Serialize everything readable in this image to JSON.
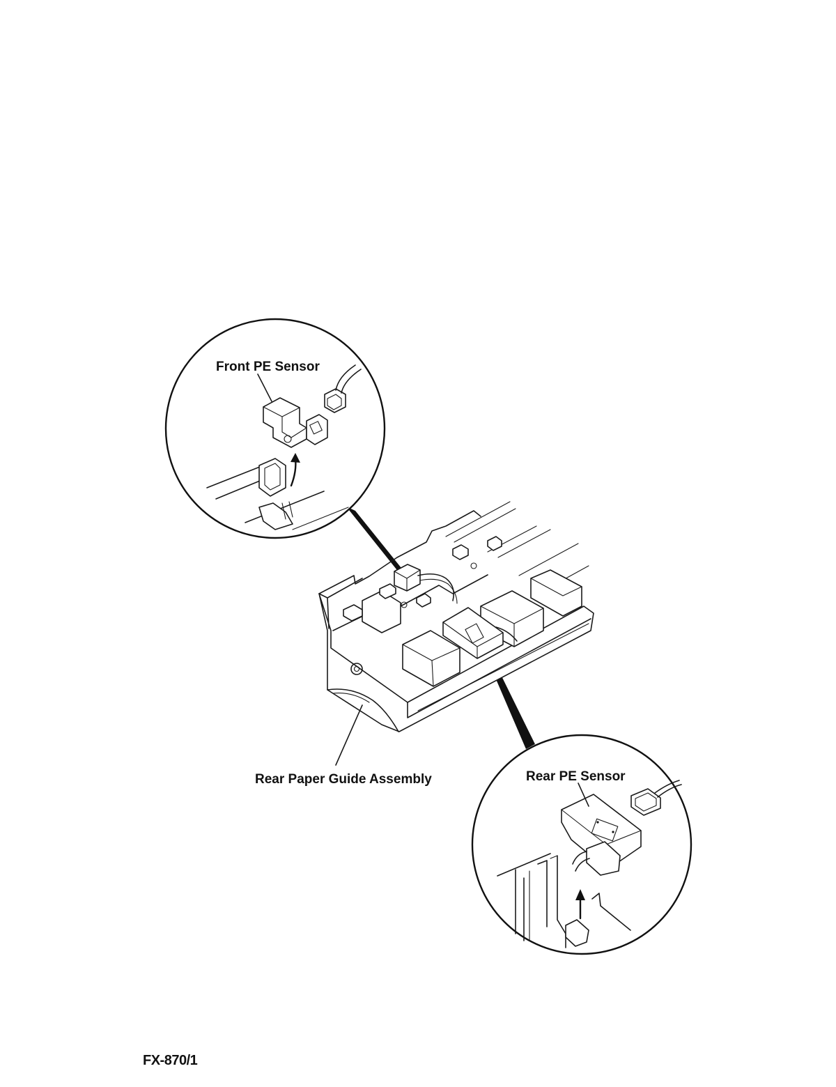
{
  "labels": {
    "front_sensor": "Front PE Sensor",
    "rear_sensor": "Rear PE Sensor",
    "assembly": "Rear Paper Guide Assembly"
  },
  "footer": {
    "model": "FX-870/1"
  },
  "colors": {
    "ink": "#1a1a1a",
    "paper": "#ffffff"
  }
}
